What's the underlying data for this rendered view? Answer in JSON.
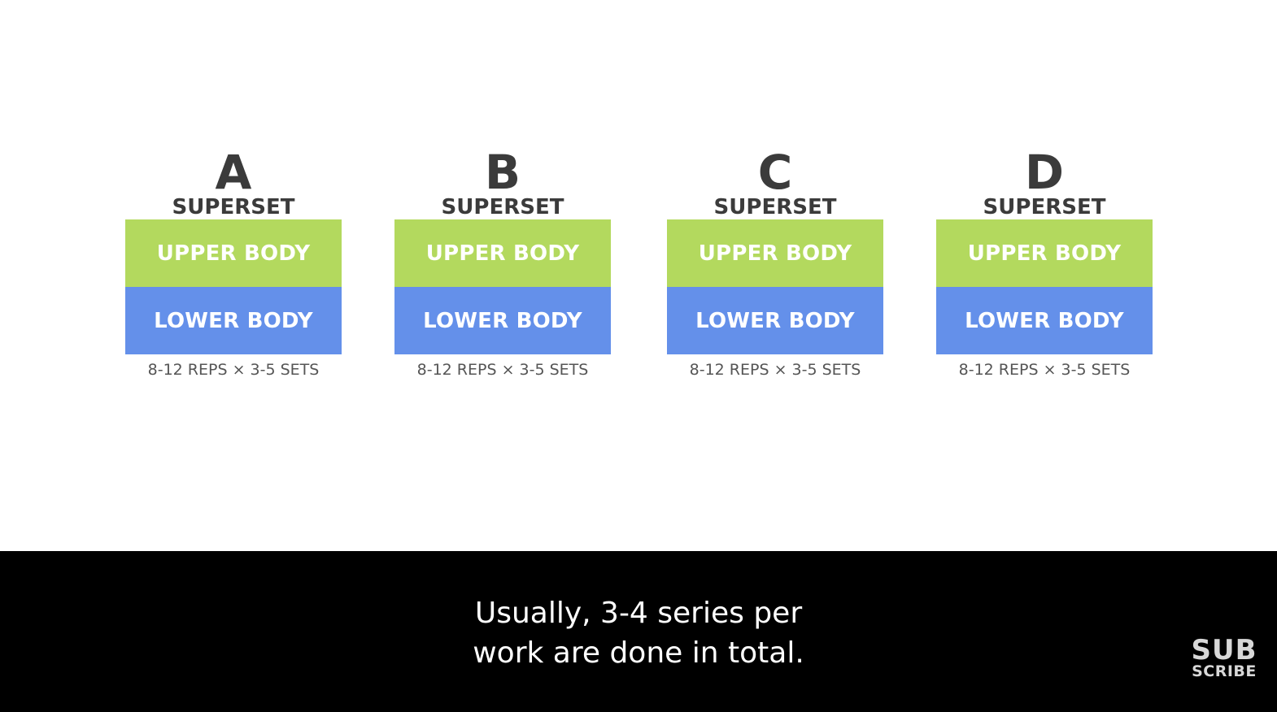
{
  "colors": {
    "upper_block": "#b3d95e",
    "lower_block": "#6490ea",
    "heading_text": "#3b3b3b",
    "reps_text": "#555555",
    "caption_bar": "#000000",
    "caption_text": "#ffffff"
  },
  "supersets": [
    {
      "letter": "A",
      "word": "SUPERSET",
      "upper": "UPPER BODY",
      "lower": "LOWER BODY",
      "reps": "8-12 REPS × 3-5 SETS"
    },
    {
      "letter": "B",
      "word": "SUPERSET",
      "upper": "UPPER BODY",
      "lower": "LOWER BODY",
      "reps": "8-12 REPS × 3-5 SETS"
    },
    {
      "letter": "C",
      "word": "SUPERSET",
      "upper": "UPPER BODY",
      "lower": "LOWER BODY",
      "reps": "8-12 REPS × 3-5 SETS"
    },
    {
      "letter": "D",
      "word": "SUPERSET",
      "upper": "UPPER BODY",
      "lower": "LOWER BODY",
      "reps": "8-12 REPS × 3-5 SETS"
    }
  ],
  "caption": {
    "line1": "Usually, 3-4 series per",
    "line2": "work are done in total."
  },
  "watermark": {
    "line1": "SUB",
    "line2": "SCRIBE"
  }
}
